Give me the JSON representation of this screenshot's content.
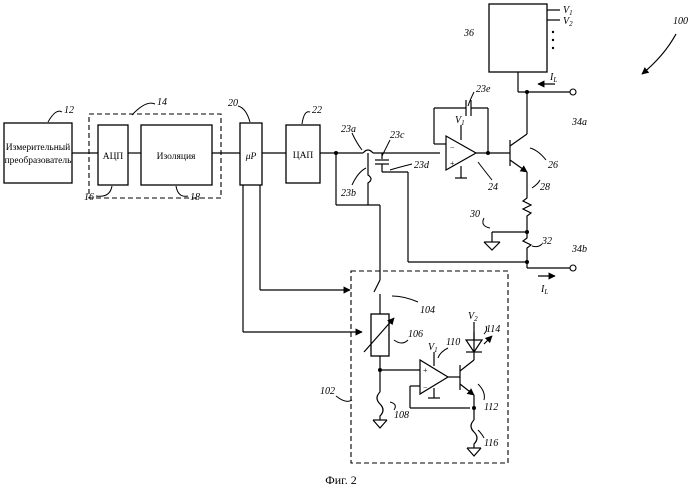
{
  "blocks": {
    "sensor_line1": "Измерительный",
    "sensor_line2": "преобразователь",
    "adc": "АЦП",
    "isolation": "Изоляция",
    "mcu": "μP",
    "dac": "ЦАП"
  },
  "labels": {
    "l12": "12",
    "l14": "14",
    "l16": "16",
    "l18": "18",
    "l20": "20",
    "l22": "22",
    "l23a": "23a",
    "l23b": "23b",
    "l23c": "23c",
    "l23d": "23d",
    "l23e": "23e",
    "l24": "24",
    "l26": "26",
    "l28": "28",
    "l30": "30",
    "l32": "32",
    "l34a": "34a",
    "l34b": "34b",
    "l36": "36",
    "l100": "100",
    "l102": "102",
    "l104": "104",
    "l106": "106",
    "l108": "108",
    "l110": "110",
    "l112": "112",
    "l114": "114",
    "l116": "116"
  },
  "voltages": {
    "v1": "V",
    "v1_sub": "1",
    "v2": "V",
    "v2_sub": "2"
  },
  "current": {
    "i": "I",
    "i_sub": "L"
  },
  "caption": "Фиг. 2"
}
